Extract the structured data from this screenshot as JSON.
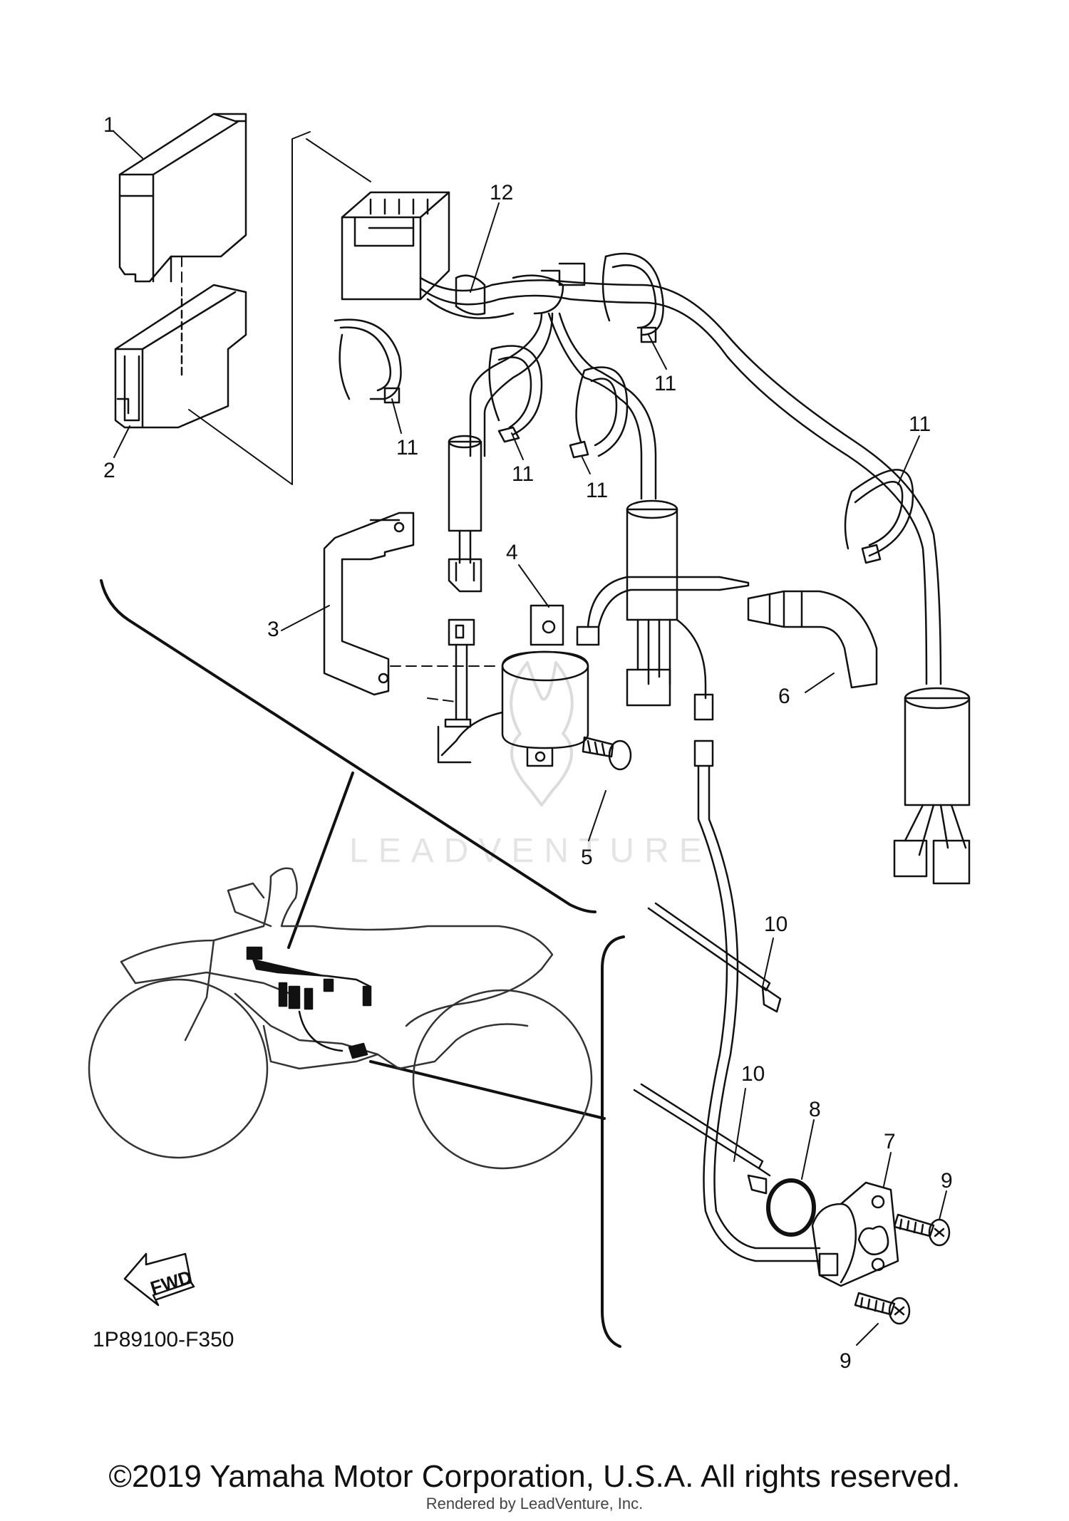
{
  "callouts": [
    {
      "id": "1",
      "label": "1"
    },
    {
      "id": "2",
      "label": "2"
    },
    {
      "id": "3",
      "label": "3"
    },
    {
      "id": "4",
      "label": "4"
    },
    {
      "id": "5",
      "label": "5"
    },
    {
      "id": "6",
      "label": "6"
    },
    {
      "id": "7",
      "label": "7"
    },
    {
      "id": "8",
      "label": "8"
    },
    {
      "id": "9a",
      "label": "9"
    },
    {
      "id": "9b",
      "label": "9"
    },
    {
      "id": "10a",
      "label": "10"
    },
    {
      "id": "10b",
      "label": "10"
    },
    {
      "id": "11a",
      "label": "11"
    },
    {
      "id": "11b",
      "label": "11"
    },
    {
      "id": "11c",
      "label": "11"
    },
    {
      "id": "11d",
      "label": "11"
    },
    {
      "id": "11e",
      "label": "11"
    },
    {
      "id": "12",
      "label": "12"
    }
  ],
  "fwd_label": "FWD",
  "drawing_code": "1P89100-F350",
  "watermark": "LEADVENTURE",
  "copyright": "©2019 Yamaha Motor Corporation, U.S.A. All rights reserved.",
  "rendered_by": "Rendered by LeadVenture, Inc."
}
